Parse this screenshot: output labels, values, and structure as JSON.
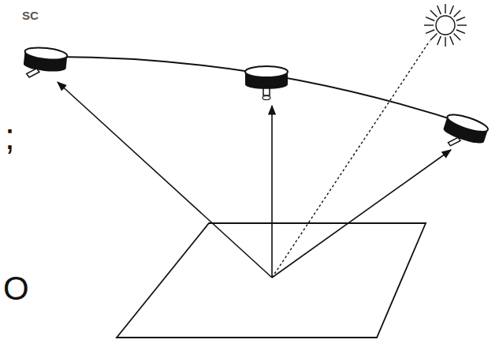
{
  "diagram": {
    "labels": [
      "SC",
      ";",
      "O"
    ]
  }
}
